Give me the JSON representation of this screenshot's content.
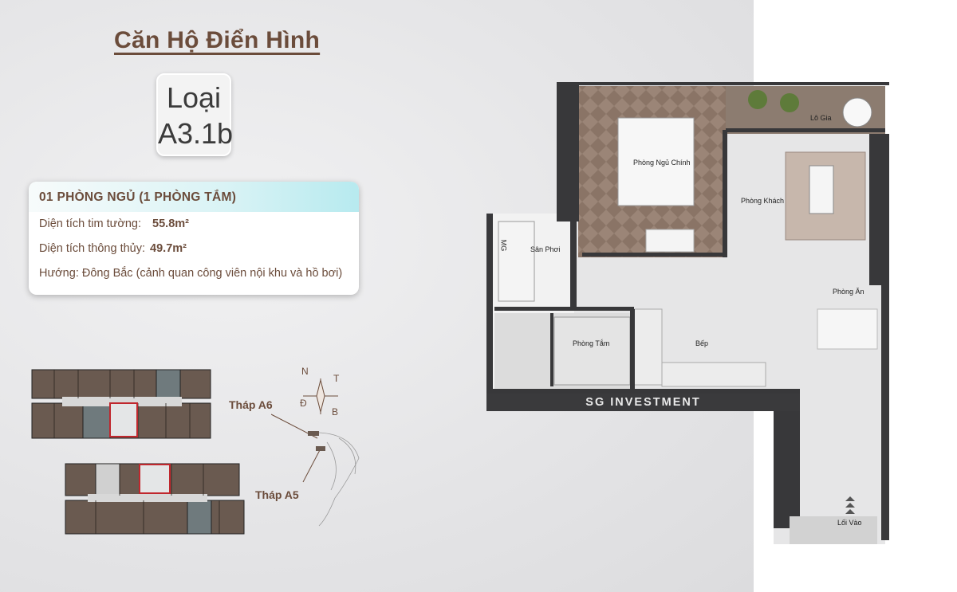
{
  "heading": "Căn Hộ Điển Hình",
  "type_box": {
    "line1": "Loại",
    "line2": "A3.1b"
  },
  "info": {
    "title": "01 PHÒNG NGỦ (1 PHÒNG TẮM)",
    "area_wall_label": "Diện tích tim tường:",
    "area_wall_value": "55.8m²",
    "area_clear_label": "Diện tích thông thủy:",
    "area_clear_value": "49.7m²",
    "orientation": "Hướng: Đông Bắc (cảnh quan công viên nội khu và hồ bơi)"
  },
  "site_plan": {
    "tower_a6": "Tháp A6",
    "tower_a5": "Tháp A5",
    "compass": {
      "n": "N",
      "t": "T",
      "d": "Đ",
      "b": "B"
    }
  },
  "floor_plan": {
    "rooms": {
      "master_bedroom": "Phòng Ngủ Chính",
      "balcony": "Lô Gia",
      "living_room": "Phòng Khách",
      "drying_yard": "Sân Phơi",
      "dining_room": "Phòng Ăn",
      "bathroom": "Phòng Tắm",
      "kitchen": "Bếp",
      "entrance": "Lối Vào",
      "washer": "MG"
    },
    "brand": "SG INVESTMENT"
  }
}
